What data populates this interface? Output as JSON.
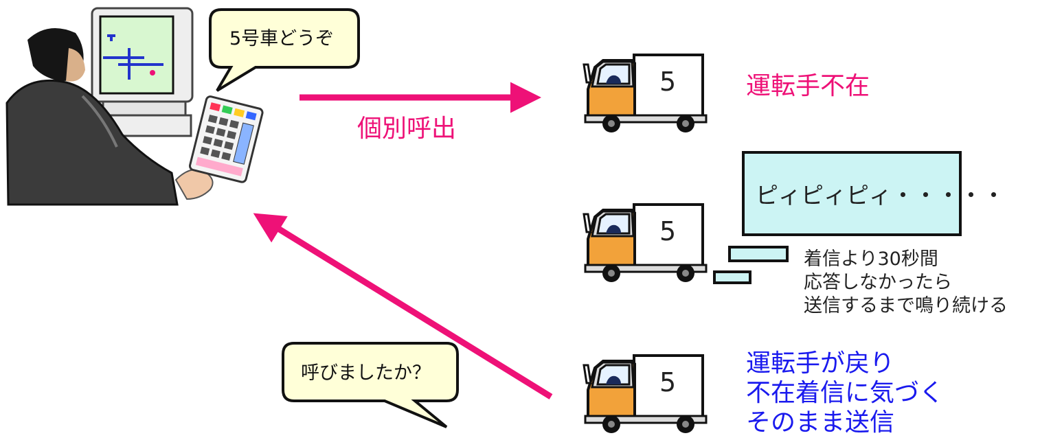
{
  "speech": {
    "dispatcher_call": "5号車どうぞ",
    "driver_reply": "呼びましたか？"
  },
  "arrows": {
    "call_label": "個別呼出"
  },
  "trucks": [
    {
      "number": "5",
      "status": "運転手不在"
    },
    {
      "number": "5"
    },
    {
      "number": "5",
      "status_lines": [
        "運転手が戻り",
        "不在着信に気づく",
        "そのまま送信"
      ]
    }
  ],
  "device": {
    "screen_text": "ピィピィピィ・・・・・",
    "note_lines": [
      "着信より30秒間",
      "応答しなかったら",
      "送信するまで鳴り続ける"
    ]
  },
  "colors": {
    "arrow": "#ee1177",
    "screen_fill": "#ccf4f4",
    "bubble_fill": "#ffffd8",
    "truck_cab": "#f2a23a",
    "monitor_screen": "#d8f7d0"
  },
  "icons": {
    "dispatcher": "person-at-computer-icon",
    "keypad": "keypad-icon",
    "truck": "truck-icon"
  }
}
